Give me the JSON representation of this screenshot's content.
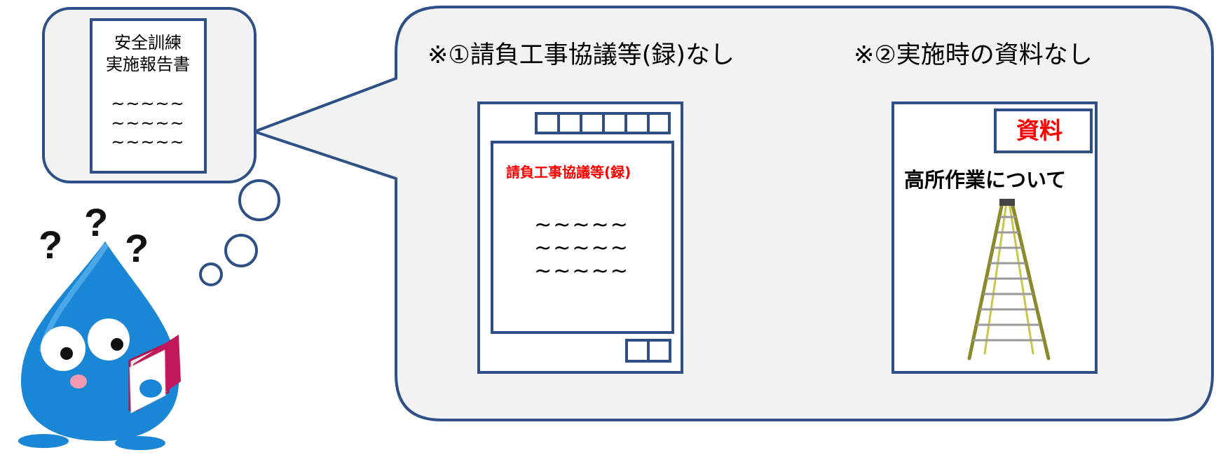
{
  "report_bubble": {
    "title_line1": "安全訓練",
    "title_line2": "実施報告書",
    "waves": [
      "~~~~~",
      "~~~~~",
      "~~~~~"
    ]
  },
  "notes": {
    "note1": "※①請負工事協議等(録)なし",
    "note2": "※②実施時の資料なし"
  },
  "doc1": {
    "red_title": "請負工事協議等(録)",
    "waves": [
      "~~~~~",
      "~~~~~",
      "~~~~~"
    ]
  },
  "doc2": {
    "tag": "資料",
    "heading": "高所作業について"
  },
  "question_marks": [
    "?",
    "?",
    "?"
  ],
  "icons": {
    "mascot": "water-drop-mascot-reading-book",
    "ladder": "step-ladder-icon"
  },
  "colors": {
    "outline": "#2f5086",
    "bubble_fill": "#f2f2f2",
    "red": "#ff0000",
    "mascot_blue": "#1a86d6"
  }
}
